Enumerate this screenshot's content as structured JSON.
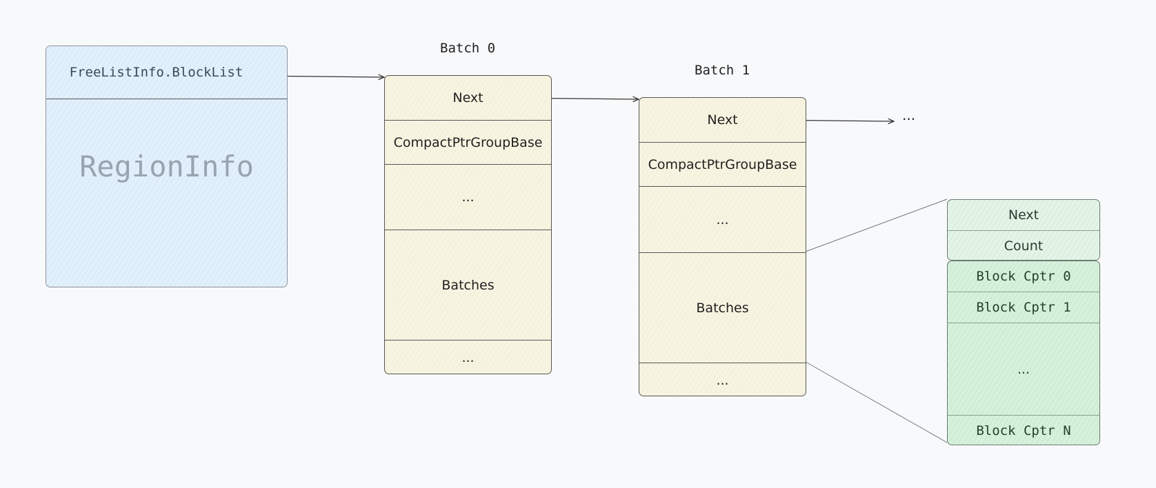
{
  "region": {
    "header": "FreeListInfo.BlockList",
    "title": "RegionInfo"
  },
  "batches": [
    {
      "title": "Batch 0",
      "next": "Next",
      "base": "CompactPtrGroupBase",
      "ellipsis": "...",
      "batches": "Batches",
      "tail": "..."
    },
    {
      "title": "Batch 1",
      "next": "Next",
      "base": "CompactPtrGroupBase",
      "ellipsis": "...",
      "batches": "Batches",
      "tail": "..."
    }
  ],
  "continuation": "...",
  "transfer_batch": {
    "next": "Next",
    "count": "Count",
    "blocks": [
      "Block Cptr 0",
      "Block Cptr 1",
      "...",
      "Block Cptr N"
    ]
  },
  "colors": {
    "region_fill": "#e2f0fb",
    "batch_fill": "#f8f4e2",
    "transfer_fill": "#d6f0dc",
    "stroke": "#555555"
  }
}
